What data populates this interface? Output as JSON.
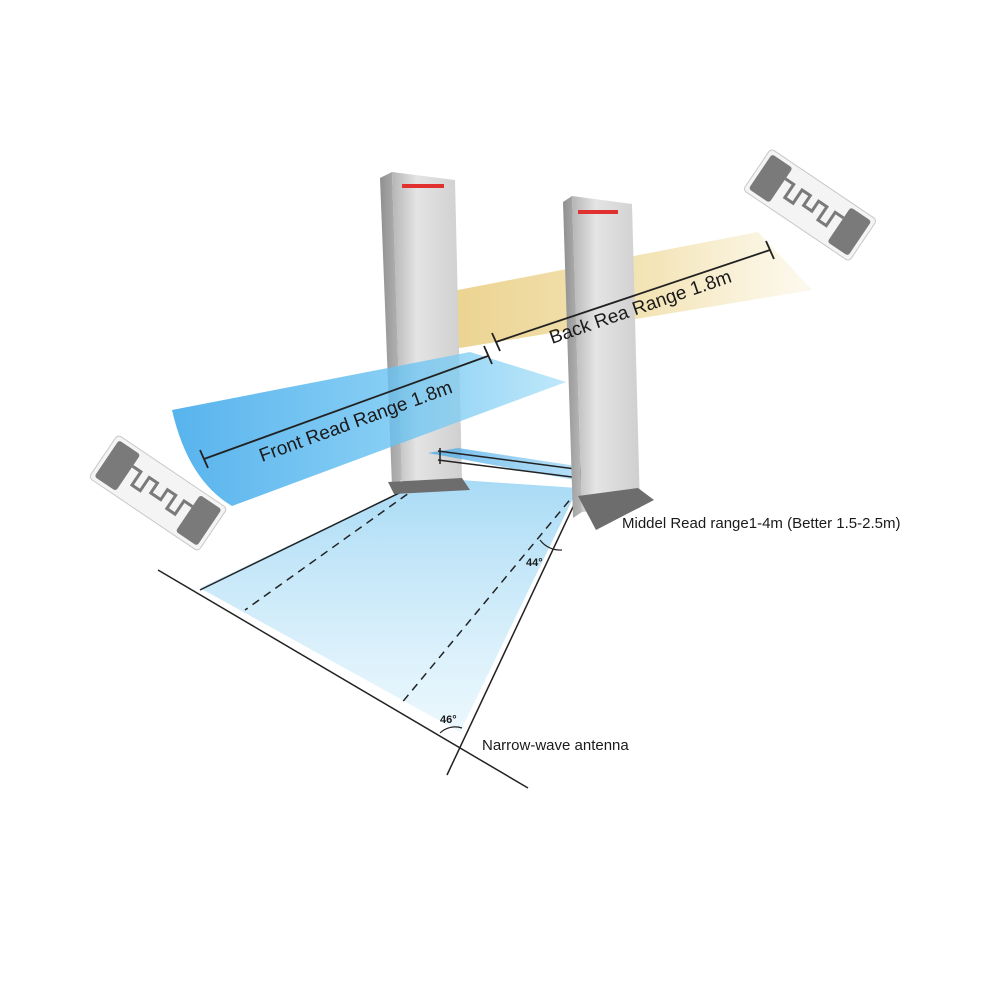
{
  "labels": {
    "front_range": "Front Read Range 1.8m",
    "back_range": "Back Rea Range 1.8m",
    "middle_range": "Middel Read range1-4m (Better 1.5-2.5m)",
    "antenna": "Narrow-wave antenna",
    "angle_left": "46°",
    "angle_right": "44°"
  },
  "colors": {
    "front_zone": "#4fb0ea",
    "back_zone": "#e9d28a",
    "floor_zone": "#bfe4f7",
    "gate_panel": "#dadada",
    "gate_light": "#e03030",
    "tag_gray": "#7a7a7a"
  }
}
